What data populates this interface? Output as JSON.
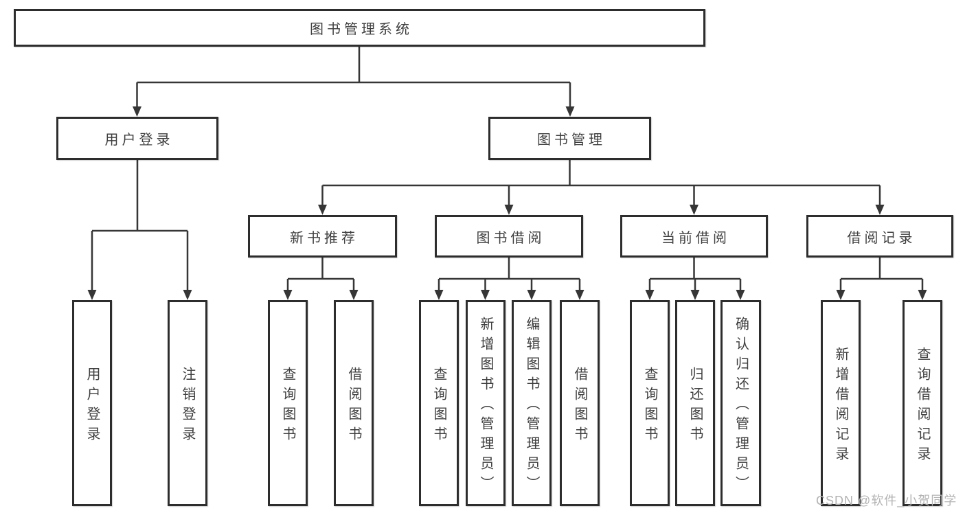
{
  "tree": {
    "label": "图书管理系统",
    "children": [
      {
        "label": "用户登录",
        "children": [
          {
            "label": "用户登录"
          },
          {
            "label": "注销登录"
          }
        ]
      },
      {
        "label": "图书管理",
        "children": [
          {
            "label": "新书推荐",
            "children": [
              {
                "label": "查询图书"
              },
              {
                "label": "借阅图书"
              }
            ]
          },
          {
            "label": "图书借阅",
            "children": [
              {
                "label": "查询图书"
              },
              {
                "label": "新增图书（管理员）"
              },
              {
                "label": "编辑图书（管理员）"
              },
              {
                "label": "借阅图书"
              }
            ]
          },
          {
            "label": "当前借阅",
            "children": [
              {
                "label": "查询图书"
              },
              {
                "label": "归还图书"
              },
              {
                "label": "确认归还（管理员）"
              }
            ]
          },
          {
            "label": "借阅记录",
            "children": [
              {
                "label": "新增借阅记录"
              },
              {
                "label": "查询借阅记录"
              }
            ]
          }
        ]
      }
    ]
  },
  "watermark": {
    "text": "CSDN @软件_小贺同学"
  },
  "colors": {
    "line": "#363636",
    "box_border": "#2d2d2d",
    "box_fill": "#ffffff",
    "text": "#3f3f3f",
    "watermark": "#b3b3b3",
    "background": "#ffffff"
  }
}
